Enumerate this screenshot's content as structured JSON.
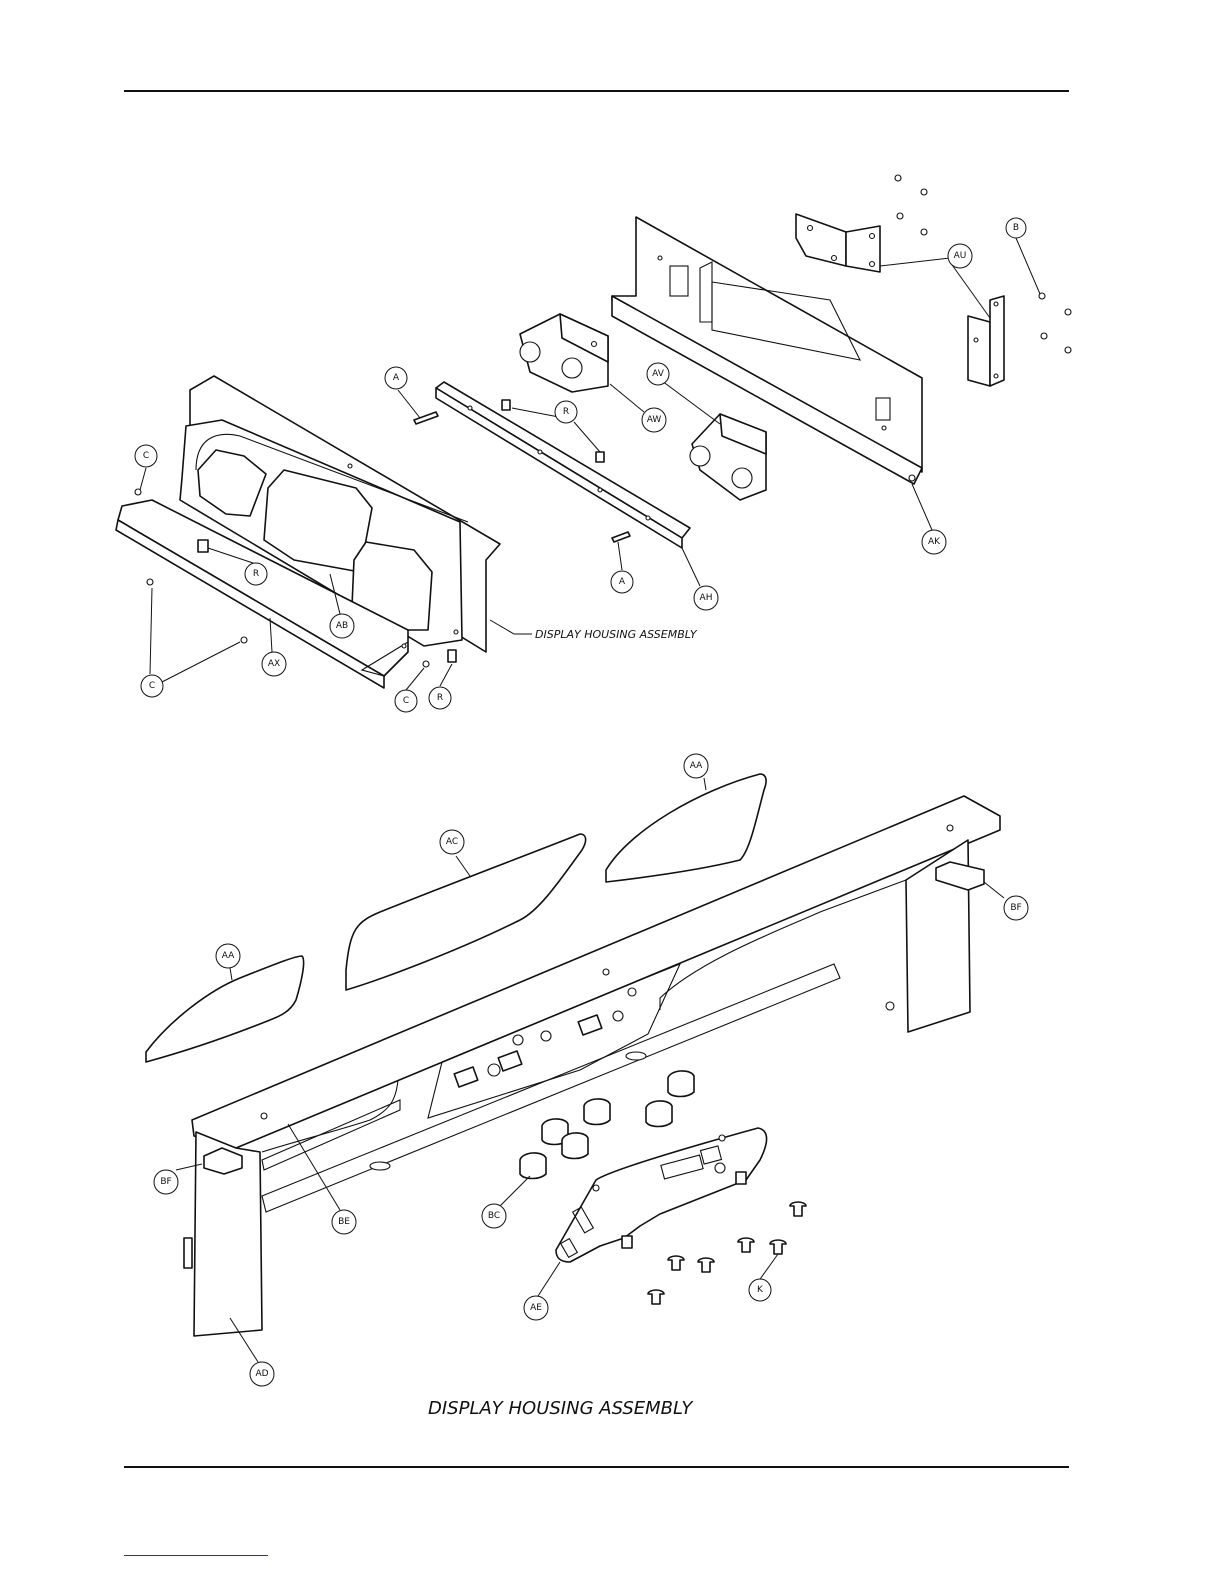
{
  "figure": {
    "upper_caption": "DISPLAY HOUSING ASSEMBLY",
    "lower_caption": "DISPLAY HOUSING ASSEMBLY"
  },
  "callouts": {
    "top": {
      "B": "B",
      "AU": "AU",
      "A1": "A",
      "R1": "R",
      "AW": "AW",
      "AV": "AV",
      "C1": "C",
      "AK": "AK",
      "R2": "R",
      "A2": "A",
      "AH": "AH",
      "AB": "AB",
      "AX": "AX",
      "C2": "C",
      "C3": "C",
      "R3": "R"
    },
    "bottom": {
      "AA1": "AA",
      "AC": "AC",
      "AA2": "AA",
      "BF1": "BF",
      "BF2": "BF",
      "BE": "BE",
      "BC": "BC",
      "AE": "AE",
      "K": "K",
      "AD": "AD"
    }
  }
}
